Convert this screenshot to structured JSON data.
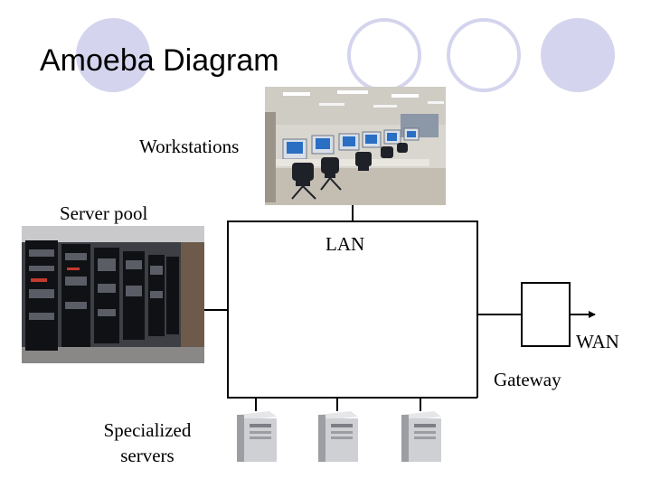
{
  "slide": {
    "title": "Amoeba Diagram"
  },
  "labels": {
    "workstations": "Workstations",
    "server_pool": "Server pool",
    "lan": "LAN",
    "wan": "WAN",
    "gateway": "Gateway",
    "specialized_line1": "Specialized",
    "specialized_line2": "servers"
  },
  "colors": {
    "decor_circle": "#d4d4ee",
    "line": "#000000"
  }
}
